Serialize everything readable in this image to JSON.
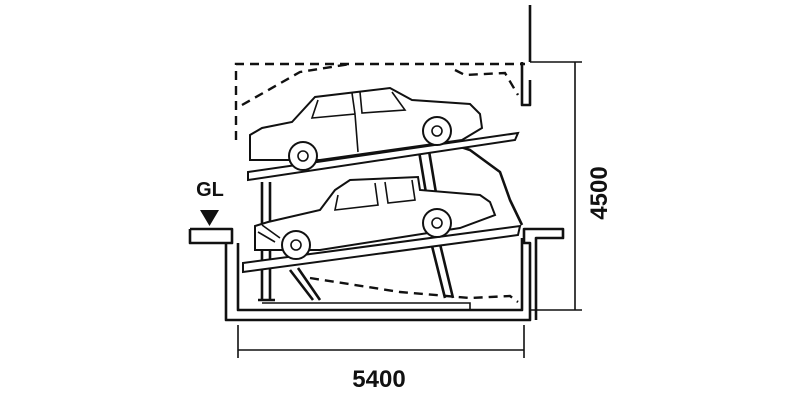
{
  "diagram": {
    "ground_level_label": "GL",
    "height_dimension": "4500",
    "width_dimension": "5400",
    "line_color": "#111111",
    "background_color": "#ffffff"
  }
}
